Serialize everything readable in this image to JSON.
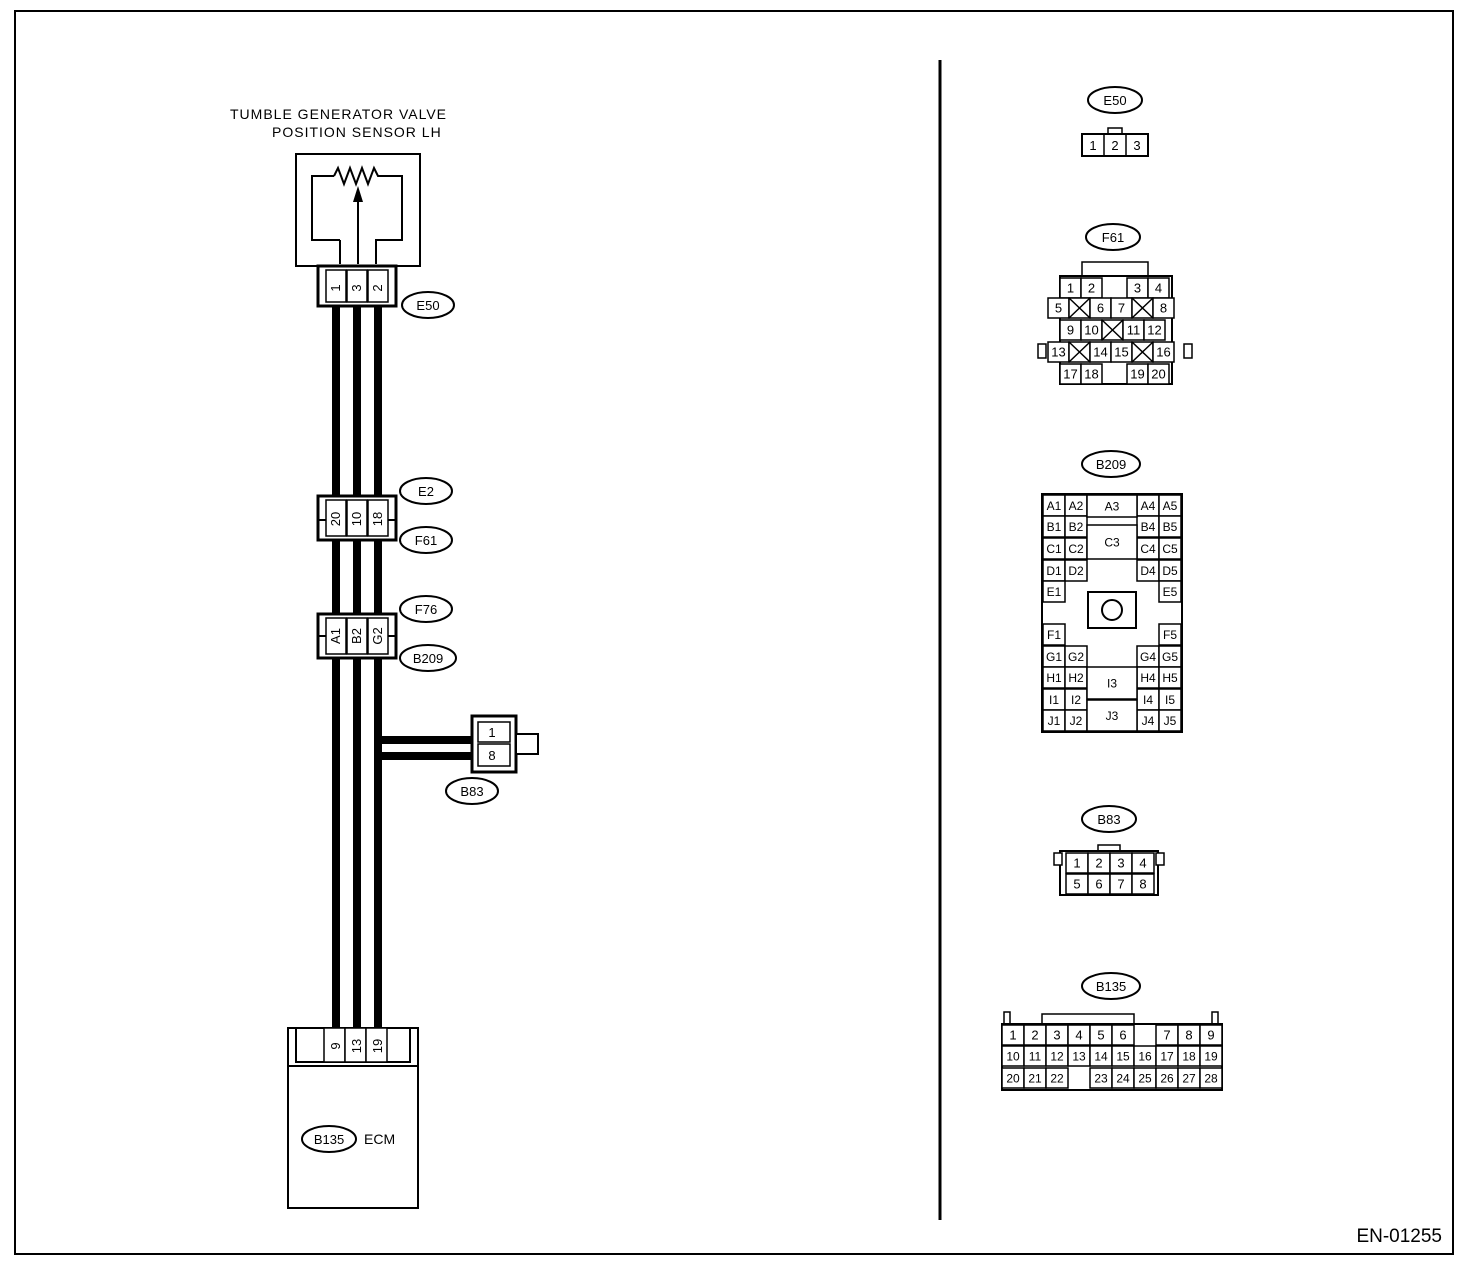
{
  "diagram": {
    "sensor_title_line1": "TUMBLE GENERATOR VALVE",
    "sensor_title_line2": "POSITION SENSOR LH",
    "figure_id": "EN-01255",
    "harness": {
      "e50_pins": [
        "1",
        "3",
        "2"
      ],
      "e50_label": "E50",
      "e2_label": "E2",
      "f61_label": "F61",
      "e2_f61_pins": [
        "20",
        "10",
        "18"
      ],
      "f76_label": "F76",
      "b209_label": "B209",
      "f76_b209_pins": [
        "A1",
        "B2",
        "G2"
      ],
      "b83_label": "B83",
      "b83_pins": [
        "1",
        "8"
      ],
      "ecm_pins": [
        "9",
        "13",
        "19"
      ],
      "ecm_connector": "B135",
      "ecm_label": "ECM"
    },
    "connectors": {
      "e50": {
        "label": "E50",
        "pins": [
          "1",
          "2",
          "3"
        ]
      },
      "f61": {
        "label": "F61",
        "rows": [
          [
            "1",
            "2",
            "3",
            "4"
          ],
          [
            "5",
            "6",
            "7",
            "8"
          ],
          [
            "9",
            "10",
            "11",
            "12"
          ],
          [
            "13",
            "14",
            "15",
            "16"
          ],
          [
            "17",
            "18",
            "19",
            "20"
          ]
        ]
      },
      "b209": {
        "label": "B209",
        "left": [
          "A1",
          "A2",
          "B1",
          "B2",
          "C1",
          "C2",
          "D1",
          "D2",
          "E1",
          "F1",
          "G1",
          "G2",
          "H1",
          "H2",
          "I1",
          "I2",
          "J1",
          "J2"
        ],
        "right": [
          "A4",
          "A5",
          "B4",
          "B5",
          "C4",
          "C5",
          "D4",
          "D5",
          "E5",
          "F5",
          "G4",
          "G5",
          "H4",
          "H5",
          "I4",
          "I5",
          "J4",
          "J5"
        ],
        "center": [
          "A3",
          "C3",
          "I3",
          "J3"
        ]
      },
      "b83": {
        "label": "B83",
        "rows": [
          [
            "1",
            "2",
            "3",
            "4"
          ],
          [
            "5",
            "6",
            "7",
            "8"
          ]
        ]
      },
      "b135": {
        "label": "B135",
        "rows": [
          [
            "1",
            "2",
            "3",
            "4",
            "5",
            "6",
            "7",
            "8",
            "9"
          ],
          [
            "10",
            "11",
            "12",
            "13",
            "14",
            "15",
            "16",
            "17",
            "18",
            "19"
          ],
          [
            "20",
            "21",
            "22",
            "23",
            "24",
            "25",
            "26",
            "27",
            "28"
          ]
        ]
      }
    }
  }
}
